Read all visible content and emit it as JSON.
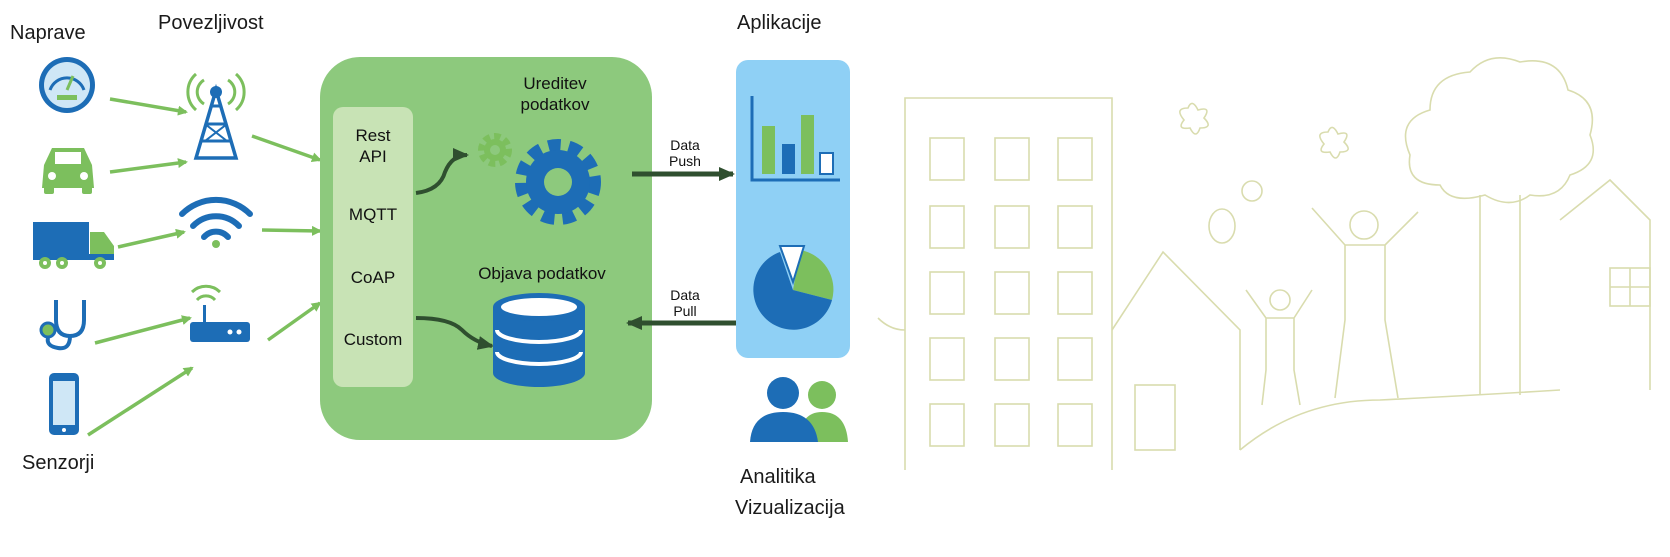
{
  "labels": {
    "devices": "Naprave",
    "connectivity": "Povezljivost",
    "sensors": "Senzorji",
    "applications": "Aplikacije",
    "analytics": "Analitika",
    "visualization": "Vizualizacija"
  },
  "platform": {
    "protocols": [
      "Rest\nAPI",
      "MQTT",
      "CoAP",
      "Custom"
    ],
    "processing": "Ureditev\npodatkov",
    "publishing": "Objava podatkov"
  },
  "flows": {
    "push_top": "Data",
    "push_bottom": "Push",
    "pull_top": "Data",
    "pull_bottom": "Pull"
  },
  "devices": [
    "speedometer-icon",
    "car-icon",
    "truck-icon",
    "stethoscope-icon",
    "smartphone-icon"
  ],
  "connectivity_types": [
    "cell-tower-icon",
    "wifi-icon",
    "router-icon"
  ],
  "colors": {
    "green_panel": "#8dc97d",
    "green_light": "#c8e3b5",
    "green_arrow": "#7cbf5d",
    "blue": "#1d6db6",
    "app_blue": "#8fd0f5",
    "dark_arrow": "#2f4f2f",
    "outline": "#d9dcae"
  }
}
